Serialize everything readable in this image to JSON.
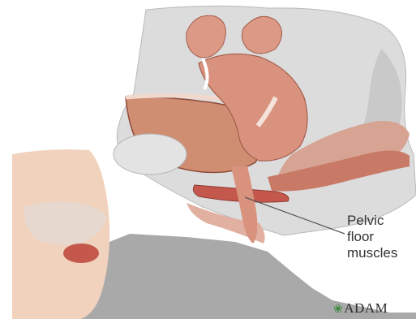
{
  "annotation": {
    "lines": [
      "Pelvic",
      "floor",
      "muscles"
    ]
  },
  "logo": {
    "text": "ADAM",
    "colors": {
      "leaf": "#3f8a3f",
      "text": "#2a2a2a"
    }
  },
  "colors": {
    "bone": "#dcdcdc",
    "organ": "#d9927d",
    "muscle": "#c4584d",
    "skin": "#f0d2bd",
    "shadow": "#a9a9a9"
  }
}
